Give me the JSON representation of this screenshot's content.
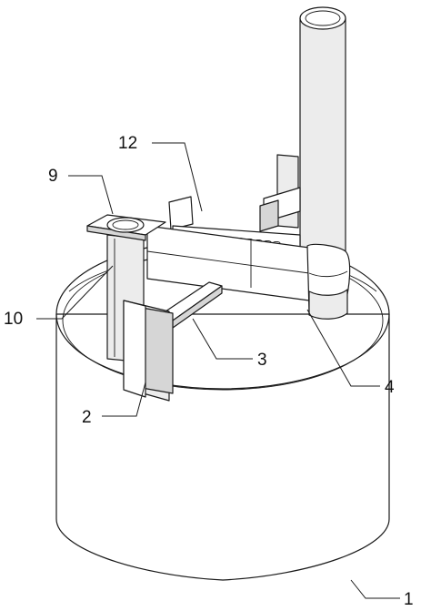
{
  "labels": {
    "l1": "1",
    "l2": "2",
    "l3": "3",
    "l4": "4",
    "l9": "9",
    "l10": "10",
    "l12": "12"
  },
  "colors": {
    "stroke": "#1a1a1a",
    "fill_light": "#ffffff",
    "fill_shade": "#ececec",
    "fill_dark": "#d6d6d6"
  }
}
